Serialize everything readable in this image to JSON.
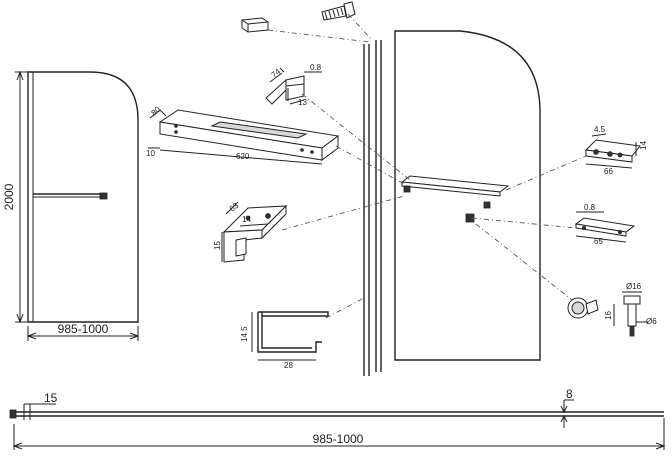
{
  "dimensions": {
    "panel_height": "2000",
    "panel_width": "985-1000",
    "overall_width": "985-1000",
    "glass_gap": "15",
    "glass_thickness": "8",
    "wall_profile_depth": "14.5",
    "wall_profile_width": "28",
    "bracket_height": "15",
    "bracket_width": "63",
    "bracket_hole": "14",
    "clip_width": "74",
    "clip_thickness": "0.8",
    "clip_depth": "13",
    "rail_depth": "80",
    "rail_height": "10",
    "rail_length": "620",
    "plate_top_height": "4.5",
    "plate_top_depth": "14",
    "plate_top_length": "66",
    "plate_bottom_thickness": "0.8",
    "plate_bottom_length": "65",
    "knob_diameter": "Ø16",
    "knob_height": "16",
    "knob_stem": "Ø6"
  }
}
